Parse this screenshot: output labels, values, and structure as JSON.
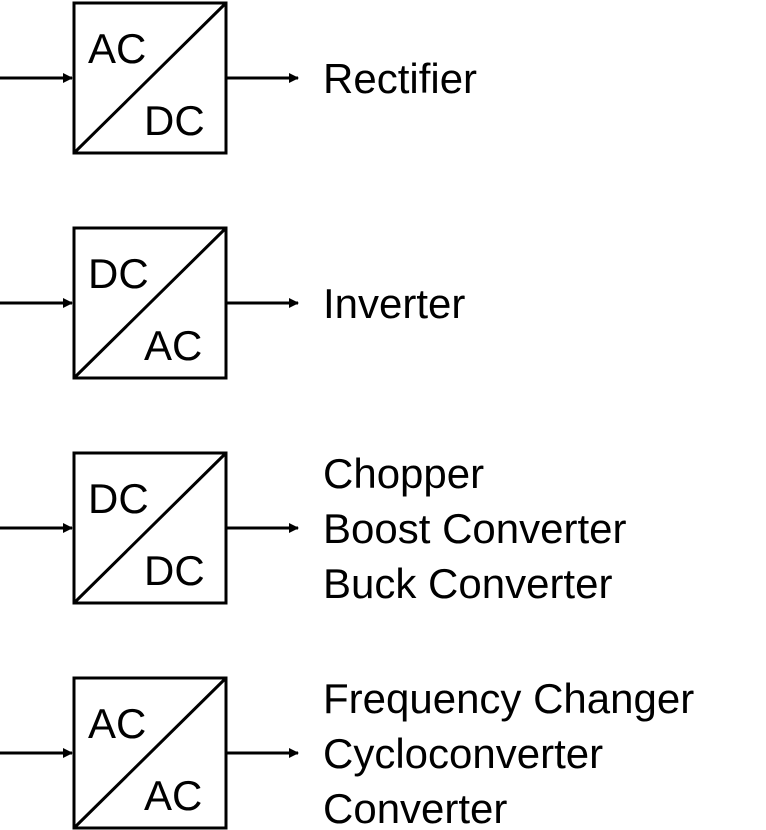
{
  "converters": [
    {
      "top": "AC",
      "bottom": "DC",
      "descriptions": [
        "Rectifier"
      ]
    },
    {
      "top": "DC",
      "bottom": "AC",
      "descriptions": [
        "Inverter"
      ]
    },
    {
      "top": "DC",
      "bottom": "DC",
      "descriptions": [
        "Chopper",
        "Boost Converter",
        "Buck Converter"
      ]
    },
    {
      "top": "AC",
      "bottom": "AC",
      "descriptions": [
        "Frequency Changer",
        "Cycloconverter",
        "Converter"
      ]
    }
  ]
}
